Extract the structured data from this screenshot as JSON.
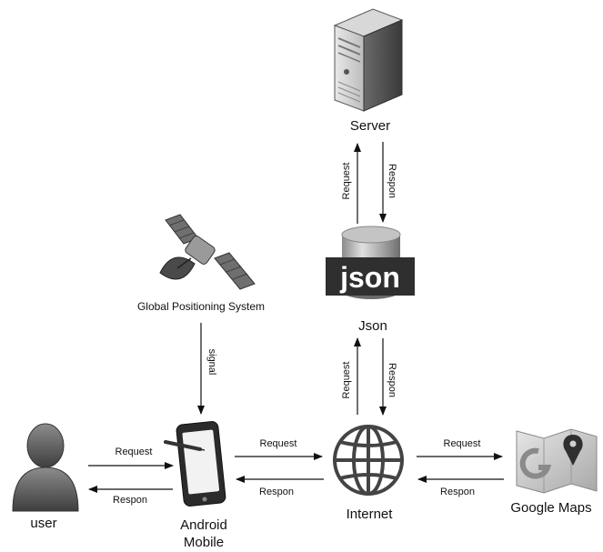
{
  "nodes": {
    "server": "Server",
    "json": "Json",
    "json_logo": "json",
    "gps": "Global Positioning System",
    "user": "user",
    "android_line1": "Android",
    "android_line2": "Mobile",
    "internet": "Internet",
    "maps": "Google Maps"
  },
  "edges": {
    "server_json_request": "Request",
    "server_json_respon": "Respon",
    "json_internet_request": "Request",
    "json_internet_respon": "Respon",
    "gps_signal": "signal",
    "user_android_request": "Request",
    "user_android_respon": "Respon",
    "android_internet_request": "Request",
    "android_internet_respon": "Respon",
    "internet_maps_request": "Request",
    "internet_maps_respon": "Respon"
  },
  "icons": [
    "server-icon",
    "json-database-icon",
    "satellite-icon",
    "user-icon",
    "tablet-icon",
    "globe-icon",
    "google-maps-icon"
  ]
}
